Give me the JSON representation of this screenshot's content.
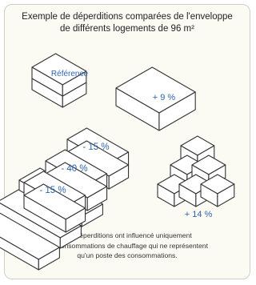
{
  "title": {
    "line1": "Exemple de déperditions comparées de l'enveloppe",
    "line2": "de différents logements de 96 m²"
  },
  "labels": {
    "reference": "Référence",
    "box2": "+ 9 %",
    "stack_top": "- 15 %",
    "stack_mid": "- 40 %",
    "stack_bottom": "- 15 %",
    "pyramid": "+ 14 %"
  },
  "caption": {
    "line1": "Les déperditions ont influencé uniquement",
    "line2": "les consommations de chauffage qui ne représentent",
    "line3": "qu'un poste des consommations."
  },
  "colors": {
    "label_blue": "#2f64ad",
    "stroke": "#333333",
    "fill": "#ffffff"
  }
}
